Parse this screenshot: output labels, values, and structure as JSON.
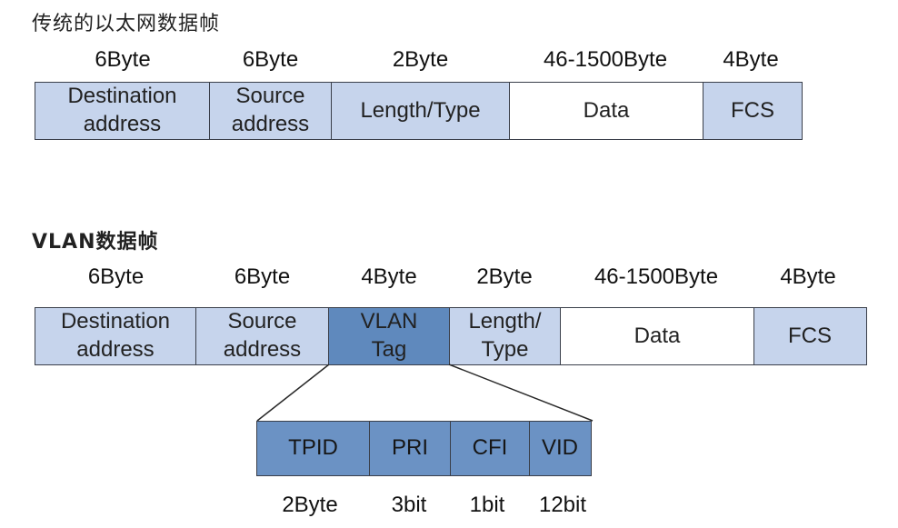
{
  "traditional": {
    "title": "传统的以太网数据帧",
    "sizes": [
      "6Byte",
      "6Byte",
      "2Byte",
      "46-1500Byte",
      "4Byte"
    ],
    "fields": [
      {
        "label": "Destination\naddress",
        "fill": "light"
      },
      {
        "label": "Source\naddress",
        "fill": "light"
      },
      {
        "label": "Length/Type",
        "fill": "light"
      },
      {
        "label": "Data",
        "fill": "white"
      },
      {
        "label": "FCS",
        "fill": "light"
      }
    ]
  },
  "vlan": {
    "title": "VLAN数据帧",
    "sizes": [
      "6Byte",
      "6Byte",
      "4Byte",
      "2Byte",
      "46-1500Byte",
      "4Byte"
    ],
    "fields": [
      {
        "label": "Destination\naddress",
        "fill": "light"
      },
      {
        "label": "Source\naddress",
        "fill": "light"
      },
      {
        "label": "VLAN\nTag",
        "fill": "dark"
      },
      {
        "label": "Length/\nType",
        "fill": "light"
      },
      {
        "label": "Data",
        "fill": "white"
      },
      {
        "label": "FCS",
        "fill": "light"
      }
    ]
  },
  "vlan_tag": {
    "fields": [
      "TPID",
      "PRI",
      "CFI",
      "VID"
    ],
    "sizes": [
      "2Byte",
      "3bit",
      "1bit",
      "12bit"
    ]
  },
  "colors": {
    "light_field": "#c6d4ec",
    "tag_field": "#5f89bd",
    "tag_detail": "#6b92c4",
    "border": "#3a3f4a"
  }
}
